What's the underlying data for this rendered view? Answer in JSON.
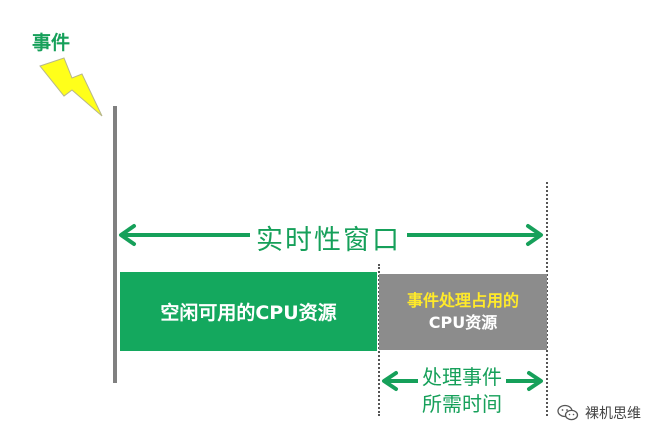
{
  "event": {
    "label": "事件"
  },
  "window": {
    "label": "实时性窗口"
  },
  "idle": {
    "label": "空闲可用的CPU资源"
  },
  "busy": {
    "line1": "事件处理占用的",
    "line2": "CPU资源"
  },
  "processing_time": {
    "line1": "处理事件",
    "line2": "所需时间"
  },
  "watermark": {
    "text": "裸机思维",
    "icon": "wechat-icon"
  },
  "colors": {
    "green": "#14a85e",
    "gray": "#8c8c8c",
    "yellow": "#ffea2a",
    "lightning": "#ffff1a"
  }
}
